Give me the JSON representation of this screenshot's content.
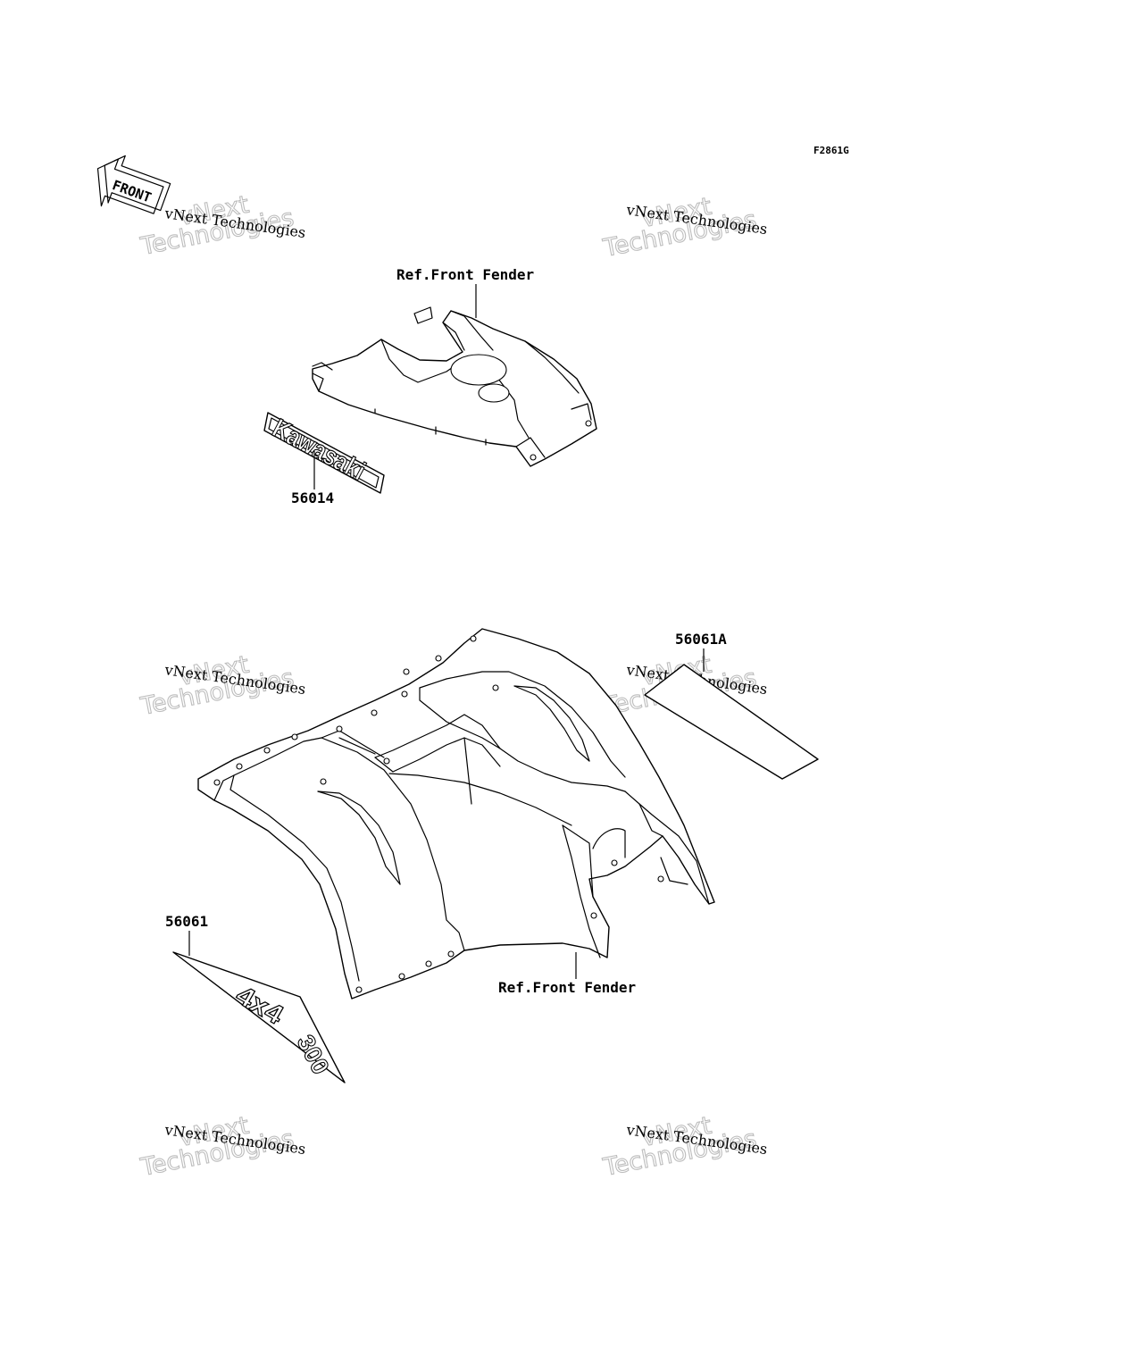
{
  "diagram_code": "F2861G",
  "front_arrow_label": "FRONT",
  "watermark": {
    "line1": "vNext Technologies",
    "line2": "vNext",
    "line3": "Technologies"
  },
  "callouts": {
    "front_fender_top": "Ref.Front Fender",
    "part_56014": "56014",
    "part_56061a": "56061A",
    "part_56061": "56061",
    "front_fender_bottom": "Ref.Front Fender"
  },
  "decals": {
    "kawasaki": "Kawasaki",
    "four_by_four": "4x4",
    "model_number": "300"
  }
}
